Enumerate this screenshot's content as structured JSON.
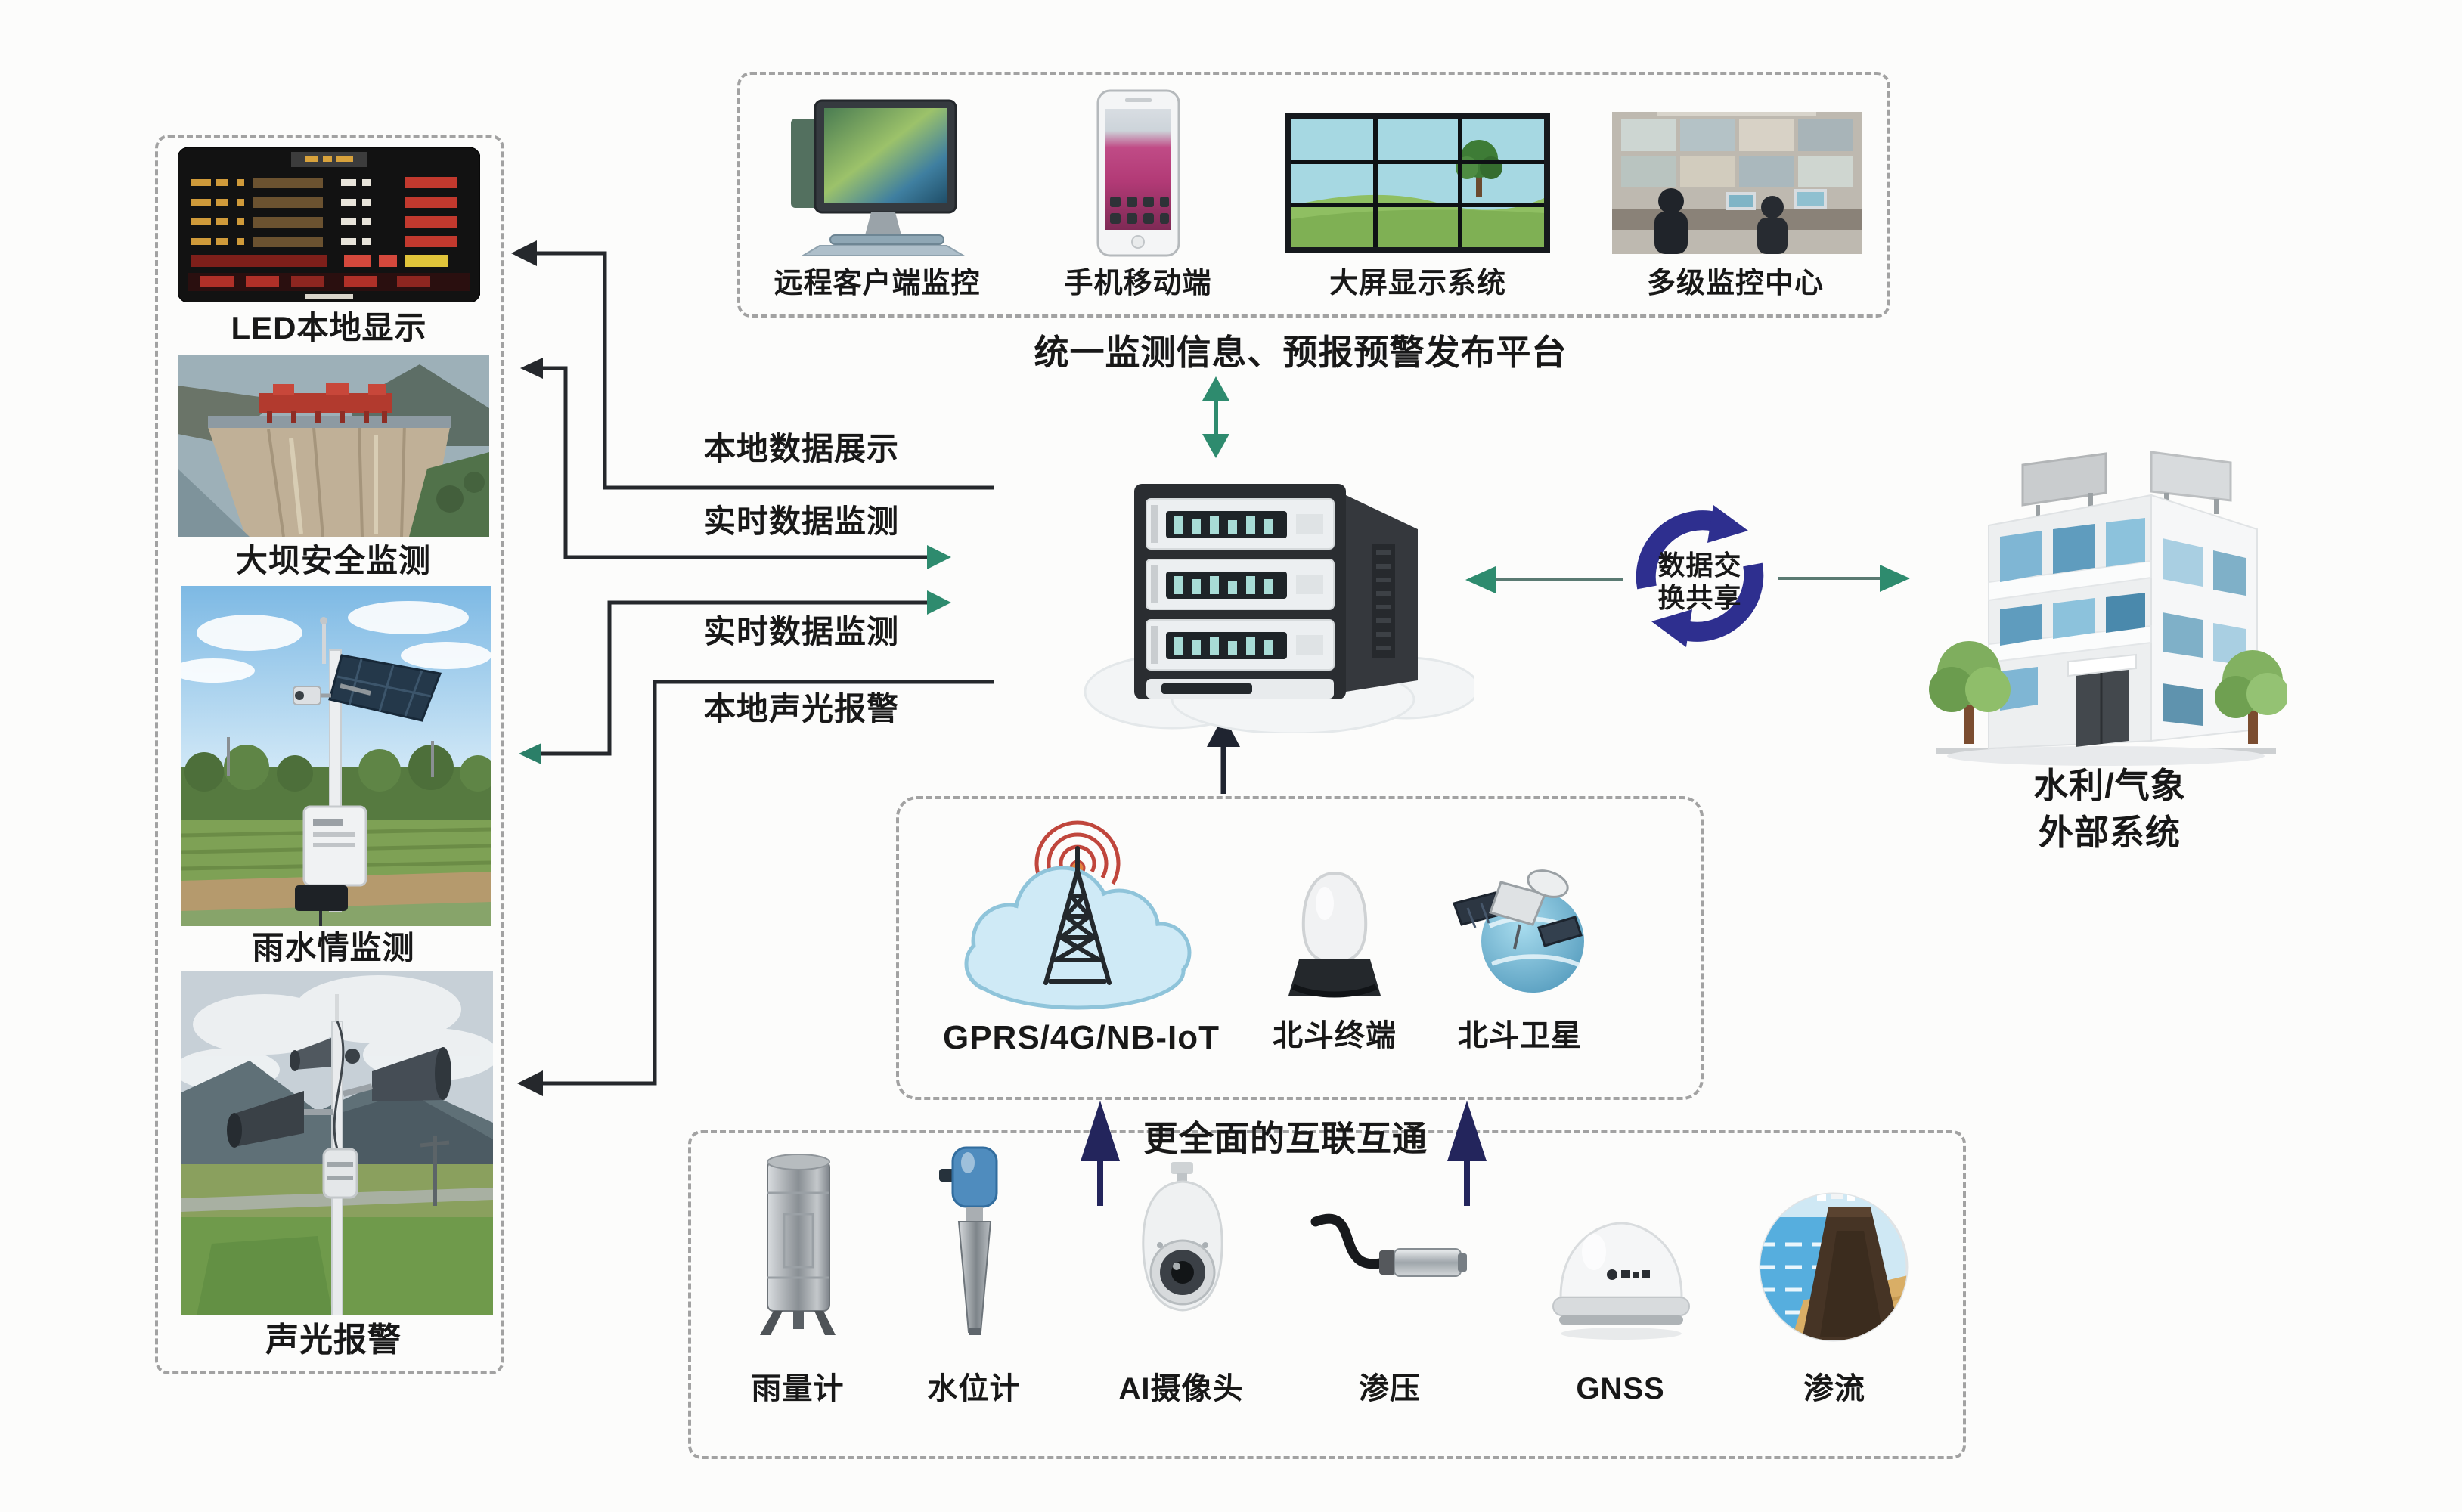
{
  "colors": {
    "arrow_green": "#2e8b6e",
    "arrow_navy": "#23255c",
    "cycle_indigo": "#2e2f8f",
    "line_dark": "#25282c",
    "dash_gray": "#a2a2a2"
  },
  "left_panel": {
    "items": [
      {
        "label": "LED本地显示",
        "icon": "led-board-image"
      },
      {
        "label": "大坝安全监测",
        "icon": "dam-photo"
      },
      {
        "label": "雨水情监测",
        "icon": "rain-station-photo"
      },
      {
        "label": "声光报警",
        "icon": "alarm-pole-photo"
      }
    ]
  },
  "top_platform": {
    "title": "统一监测信息、预报预警发布平台",
    "items": [
      {
        "label": "远程客户端监控",
        "icon": "desktop-monitor-image"
      },
      {
        "label": "手机移动端",
        "icon": "smartphone-image"
      },
      {
        "label": "大屏显示系统",
        "icon": "video-wall-image"
      },
      {
        "label": "多级监控中心",
        "icon": "control-room-photo"
      }
    ]
  },
  "connectors": {
    "local_display": "本地数据展示",
    "realtime_1": "实时数据监测",
    "realtime_2": "实时数据监测",
    "local_alarm": "本地声光报警"
  },
  "center": {
    "server_icon": "server-cloud-icon",
    "exchange_icon": "exchange-cycle-icon",
    "exchange_line1": "数据交",
    "exchange_line2": "换共享"
  },
  "external_system": {
    "icon": "office-building-icon",
    "line1": "水利/气象",
    "line2": "外部系统"
  },
  "comm_box": {
    "caption": "更全面的互联互通",
    "items": [
      {
        "label": "GPRS/4G/NB-IoT",
        "icon": "cloud-radio-tower-icon"
      },
      {
        "label": "北斗终端",
        "icon": "beidou-terminal-icon"
      },
      {
        "label": "北斗卫星",
        "icon": "beidou-satellite-icon"
      }
    ]
  },
  "sensor_box": {
    "items": [
      {
        "label": "雨量计",
        "icon": "rain-gauge-icon"
      },
      {
        "label": "水位计",
        "icon": "water-level-gauge-icon"
      },
      {
        "label": "AI摄像头",
        "icon": "ai-camera-icon"
      },
      {
        "label": "渗压",
        "icon": "seepage-pressure-sensor-icon"
      },
      {
        "label": "GNSS",
        "icon": "gnss-antenna-icon"
      },
      {
        "label": "渗流",
        "icon": "seepage-flow-image"
      }
    ]
  }
}
